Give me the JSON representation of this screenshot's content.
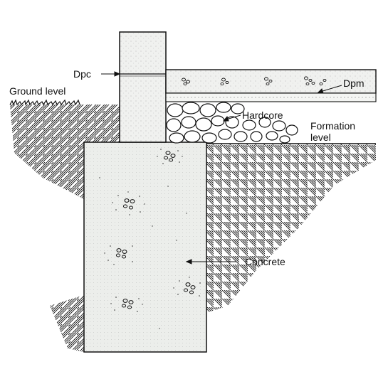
{
  "labels": {
    "dpc": "Dpc",
    "dpm": "Dpm",
    "ground_level": "Ground level",
    "hardcore": "Hardcore",
    "formation_level_line1": "Formation",
    "formation_level_line2": "level",
    "concrete": "Concrete"
  },
  "colors": {
    "ink": "#111111",
    "paper": "#ffffff",
    "concrete_fill": "#f1f2f0",
    "wall_fill": "#eef0ed"
  }
}
